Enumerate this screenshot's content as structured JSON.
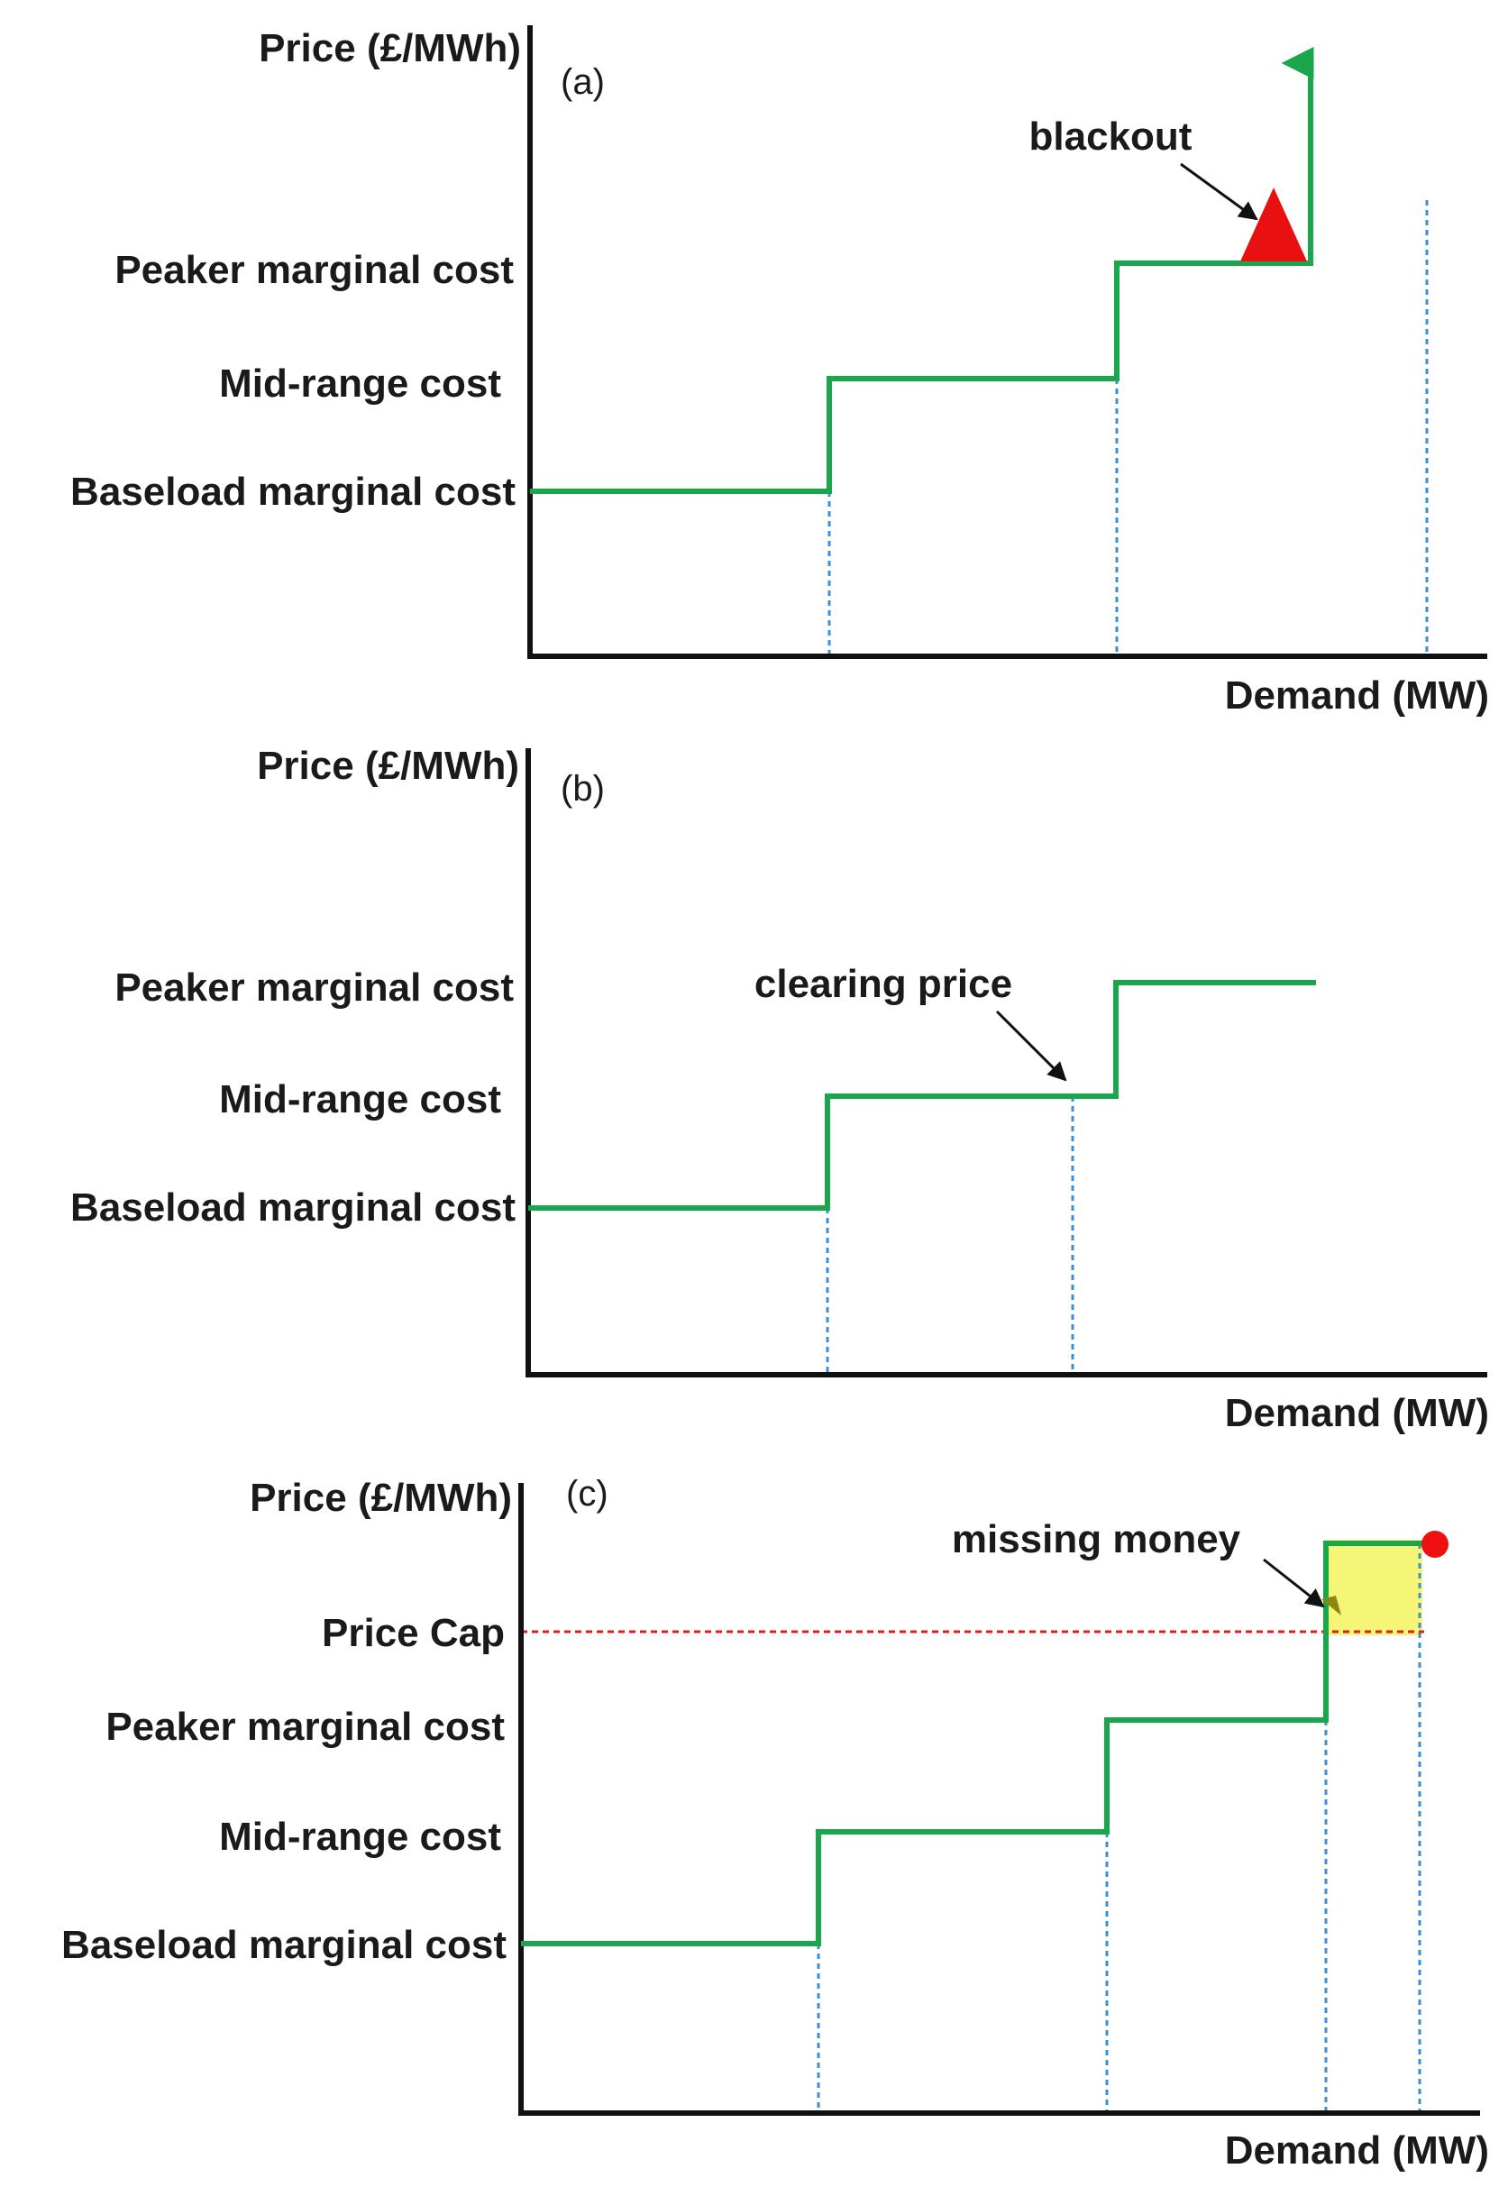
{
  "colors": {
    "axis": "#111111",
    "supply_curve": "#1aa64a",
    "guide_line": "#3a8fd6",
    "blackout_marker": "#e81010",
    "price_cap_line": "#d82020",
    "missing_money_area": "#f2f24a",
    "cap_point": "#ee1010"
  },
  "panels": [
    {
      "tag": "(a)",
      "y_axis_label": "Price (£/MWh)",
      "x_axis_label": "Demand (MW)",
      "levels": [
        "Peaker marginal cost",
        "Mid-range cost",
        "Baseload marginal cost"
      ],
      "annotation": "blackout"
    },
    {
      "tag": "(b)",
      "y_axis_label": "Price (£/MWh)",
      "x_axis_label": "Demand (MW)",
      "levels": [
        "Peaker marginal cost",
        "Mid-range cost",
        "Baseload marginal cost"
      ],
      "annotation": "clearing price"
    },
    {
      "tag": "(c)",
      "y_axis_label": "Price (£/MWh)",
      "x_axis_label": "Demand (MW)",
      "levels": [
        "Price Cap",
        "Peaker marginal cost",
        "Mid-range cost",
        "Baseload marginal cost"
      ],
      "annotation": "missing money"
    }
  ]
}
